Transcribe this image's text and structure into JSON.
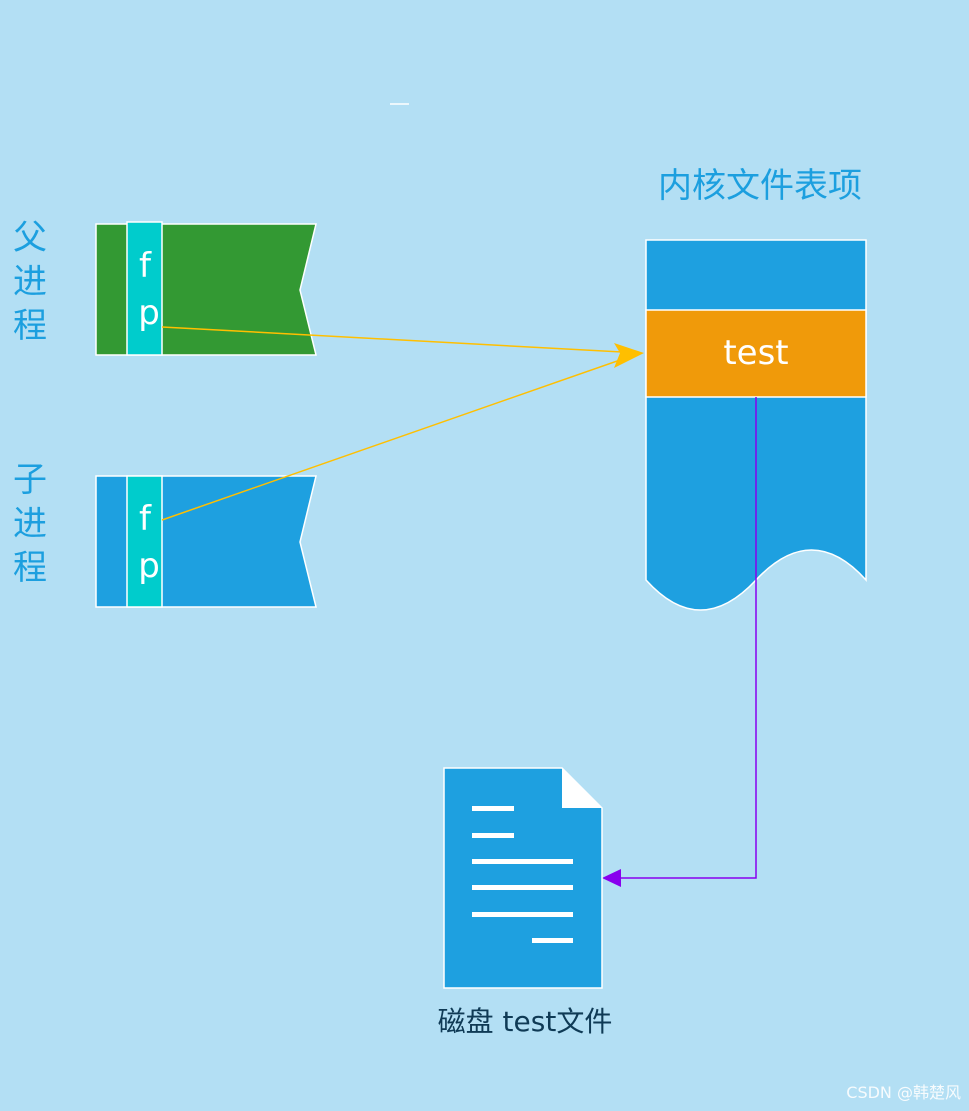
{
  "parent_process": {
    "label_chars": [
      "父",
      "进",
      "程"
    ],
    "fp_chars": [
      "f",
      "p"
    ]
  },
  "child_process": {
    "label_chars": [
      "子",
      "进",
      "程"
    ],
    "fp_chars": [
      "f",
      "p"
    ]
  },
  "kernel_table": {
    "title": "内核文件表项",
    "entry_label": "test"
  },
  "disk_file": {
    "caption": "磁盘 test文件",
    "icon": "document-icon"
  },
  "watermark": "CSDN @韩楚风",
  "colors": {
    "background": "#b3dff4",
    "parent_block": "#339933",
    "child_block": "#1ea0e0",
    "fp_column": "#00cccc",
    "kernel_block": "#1ea0e0",
    "kernel_entry": "#f09a0a",
    "fd_arrow": "#ffbf00",
    "file_arrow": "#8800ee",
    "label": "#1c9fdf"
  }
}
